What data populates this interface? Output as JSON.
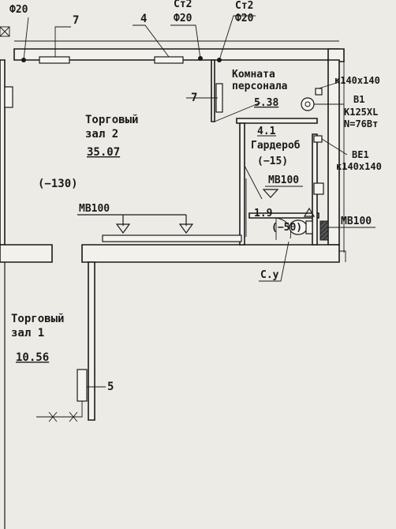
{
  "rooms": {
    "trade_hall_2": {
      "name_line1": "Торговый",
      "name_line2": "зал 2",
      "area": "35.07"
    },
    "trade_hall_1": {
      "name_line1": "Торговый",
      "name_line2": "зал 1",
      "area": "10.56"
    },
    "staff_room": {
      "name_line1": "Комната",
      "name_line2": "персонала",
      "area": "5.38"
    },
    "wardrobe": {
      "area": "4.1",
      "name": "Гардероб",
      "level": "(−15)"
    },
    "wc": {
      "area": "1.9",
      "level": "(−50)"
    }
  },
  "levels": {
    "hall_level": "(−130)"
  },
  "risers": {
    "top_left_label": "Ф20",
    "st2_a_label": "Ст2",
    "st2_a_diameter": "Ф20",
    "st2_b_label": "Ст2",
    "st2_b_diameter": "Ф20"
  },
  "radiator_tags": {
    "r7_top": "7",
    "r4_top": "4",
    "r7_staff": "7",
    "r5_hall1": "5"
  },
  "ventilation": {
    "grille_top": "к140х140",
    "fan_name": "В1",
    "fan_model": "К125XL",
    "fan_power": "N=76Вт",
    "exhaust_name": "ВЕ1",
    "exhaust_size": "к140х140"
  },
  "mineral_wool": {
    "hall2": "МВ100",
    "wardrobe": "МВ100",
    "wc": "МВ100"
  },
  "sanitary": {
    "label": "С.у"
  }
}
